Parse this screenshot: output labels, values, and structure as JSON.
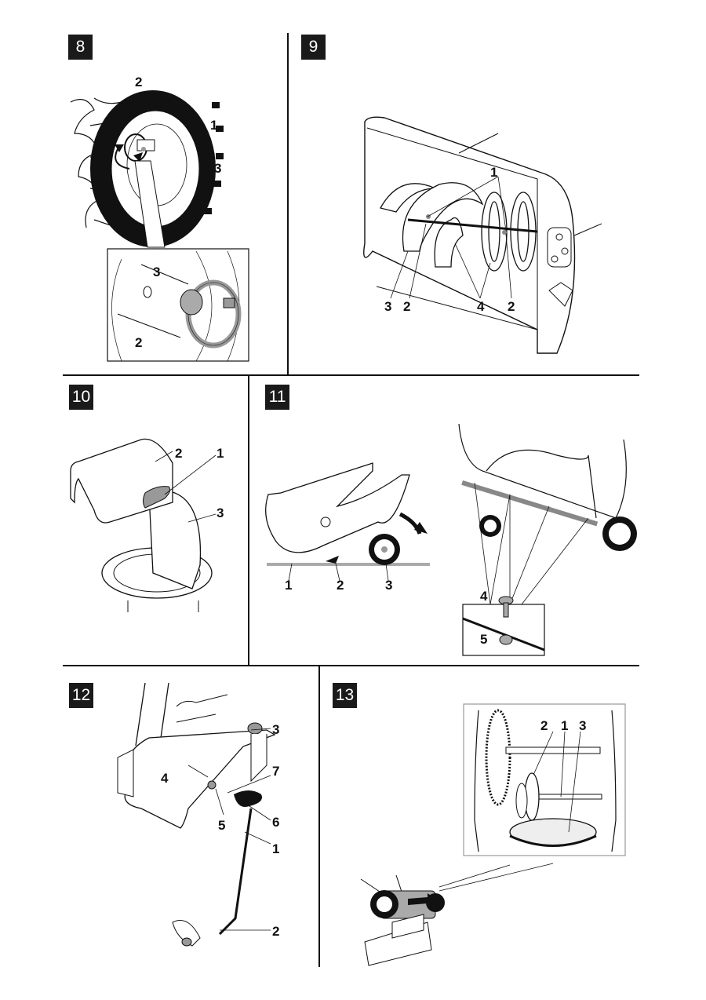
{
  "figures": [
    {
      "number": "8",
      "labels": [
        "2",
        "1",
        "3",
        "3",
        "2"
      ],
      "description": "Wheel with locking pin and detail inset"
    },
    {
      "number": "9",
      "labels": [
        "1",
        "3",
        "2",
        "4",
        "2"
      ],
      "description": "Auger housing with augers and shear bolts"
    },
    {
      "number": "10",
      "labels": [
        "2",
        "1",
        "3"
      ],
      "description": "Discharge chute with deflector and knob"
    },
    {
      "number": "11",
      "labels": [
        "1",
        "2",
        "3",
        "4",
        "5"
      ],
      "description": "Tilting machine onto wheels; scraper bar bolts and nuts detail"
    },
    {
      "number": "12",
      "labels": [
        "3",
        "4",
        "7",
        "5",
        "6",
        "1",
        "2"
      ],
      "description": "Chute control rod linkage"
    },
    {
      "number": "13",
      "labels": [
        "2",
        "1",
        "3"
      ],
      "description": "Drive friction wheel detail inset"
    }
  ]
}
